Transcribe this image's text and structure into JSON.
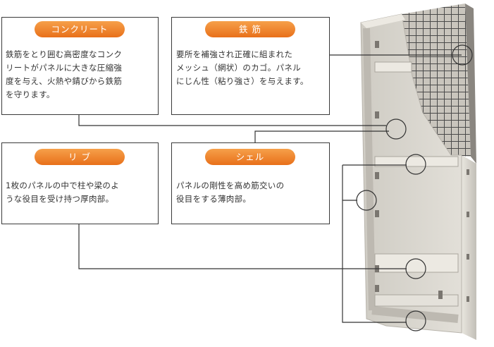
{
  "callouts": {
    "concrete": {
      "title": "コンクリート",
      "body": "鉄筋をとり囲む高密度なコンク\nリートがパネルに大きな圧縮強\n度を与え、火熱や錆びから鉄筋\nを守ります。"
    },
    "rebar": {
      "title": "鉄 筋",
      "body": "要所を補強され正確に組まれた\nメッシュ（網状）のカゴ。パネル\nにじん性（粘り強さ）を与えます。"
    },
    "rib": {
      "title": "リ ブ",
      "body": "1枚のパネルの中で柱や梁のよ\nうな役目を受け持つ厚肉部。"
    },
    "shell": {
      "title": "シェル",
      "body": "パネルの剛性を高め筋交いの\n役目をする薄肉部。"
    }
  },
  "colors": {
    "accent": "#ee8024",
    "border": "#3a3a3a",
    "concrete": "#d9d6cf",
    "rebar_mesh": "#4a4a4a"
  }
}
